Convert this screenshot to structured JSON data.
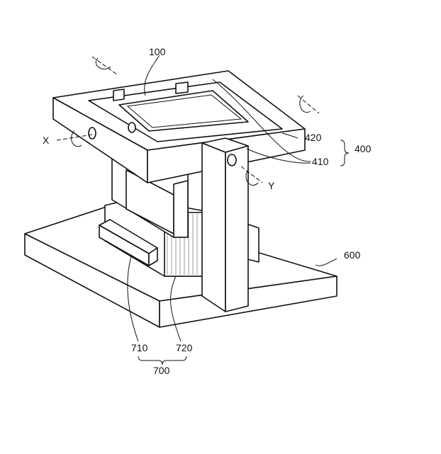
{
  "labels": {
    "ref_100": "100",
    "axis_x": "X",
    "axis_y": "Y",
    "ref_420": "420",
    "ref_410": "410",
    "ref_400": "400",
    "ref_600": "600",
    "ref_710": "710",
    "ref_720": "720",
    "ref_700": "700"
  }
}
